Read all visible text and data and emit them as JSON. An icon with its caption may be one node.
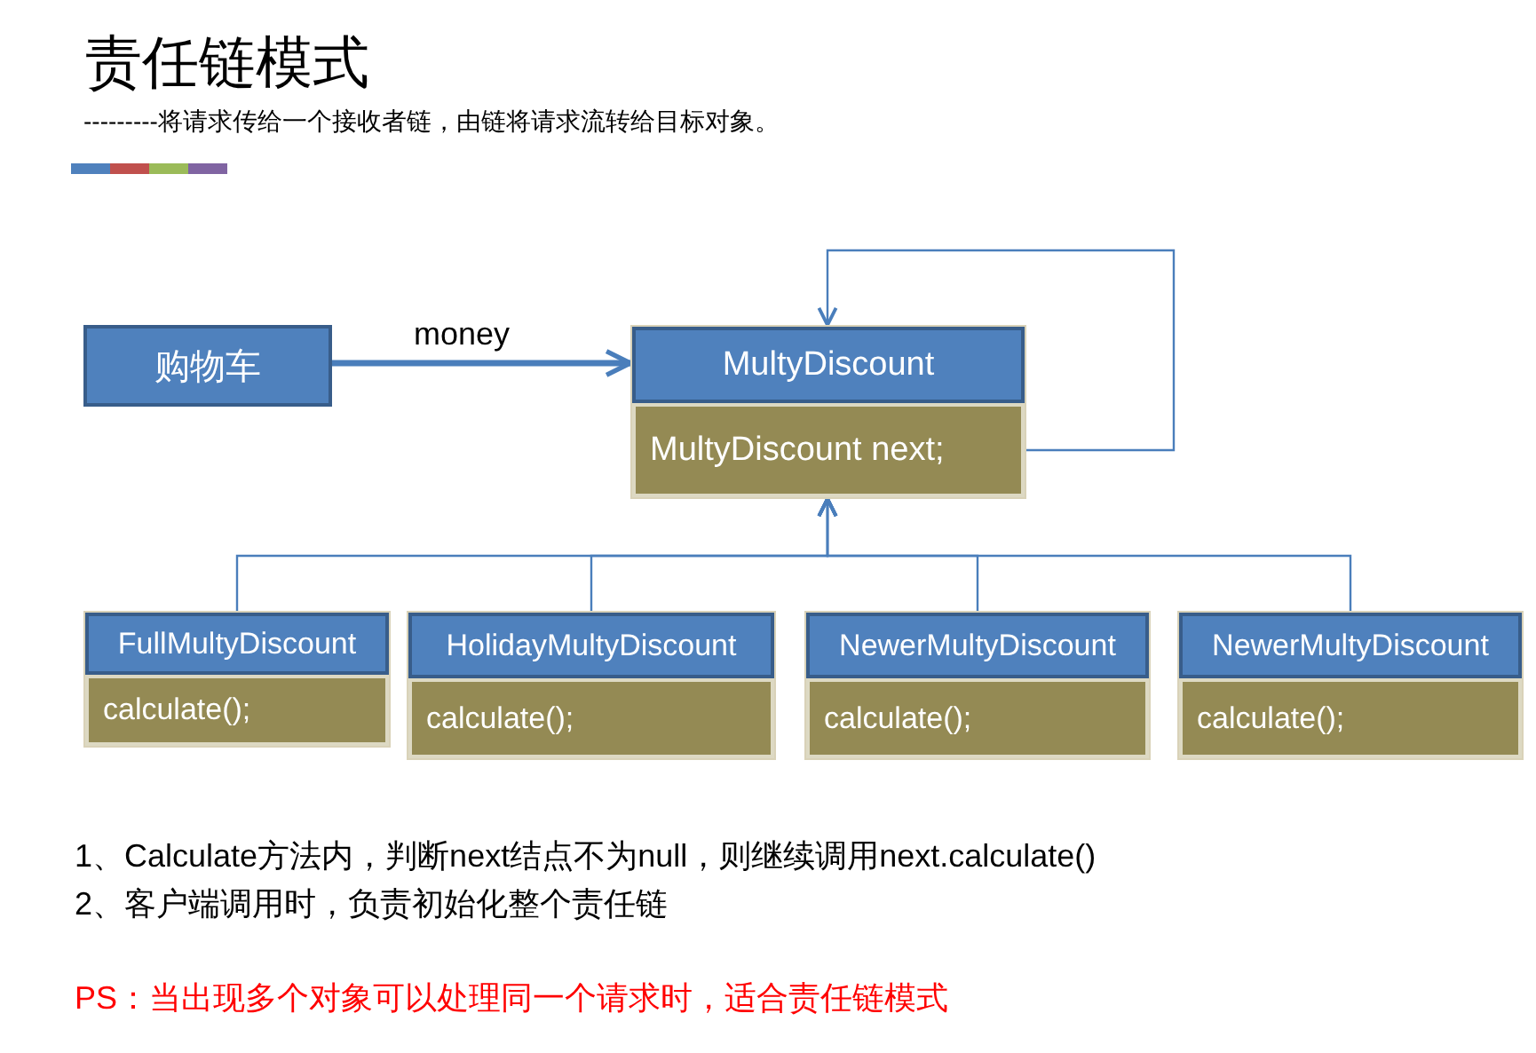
{
  "diagram": {
    "title": "责任链模式",
    "nodes": [
      {
        "text": [
          "购物车"
        ]
      },
      {
        "text": [
          "MultyDiscount",
          "MultyDiscount next;"
        ]
      },
      {
        "text": [
          "FullMultyDiscount",
          "calculate();"
        ]
      },
      {
        "text": [
          "HolidayMultyDiscount",
          "calculate();"
        ]
      },
      {
        "text": [
          "NewerMultyDiscount",
          "calculate();"
        ]
      },
      {
        "text": [
          "NewerMultyDiscount",
          "calculate();"
        ]
      }
    ],
    "edges": [
      {
        "from": 0,
        "to": 1,
        "arrow": "to",
        "label": "money",
        "style": "thick"
      },
      {
        "from": 1,
        "to": 1,
        "arrow": "to"
      },
      {
        "from": 2,
        "to": 1,
        "arrow": "to"
      },
      {
        "from": 3,
        "to": 1,
        "arrow": "to"
      },
      {
        "from": 4,
        "to": 1,
        "arrow": "to"
      },
      {
        "from": 5,
        "to": 1,
        "arrow": "to"
      }
    ],
    "labels": [
      "---------将请求传给一个接收者链，由链将请求流转给目标对象。",
      "1、Calculate方法内，判断next结点不为null，则继续调用next.calculate()",
      "2、客户端调用时，负责初始化整个责任链",
      "PS：当出现多个对象可以处理同一个请求时，适合责任链模式"
    ]
  }
}
